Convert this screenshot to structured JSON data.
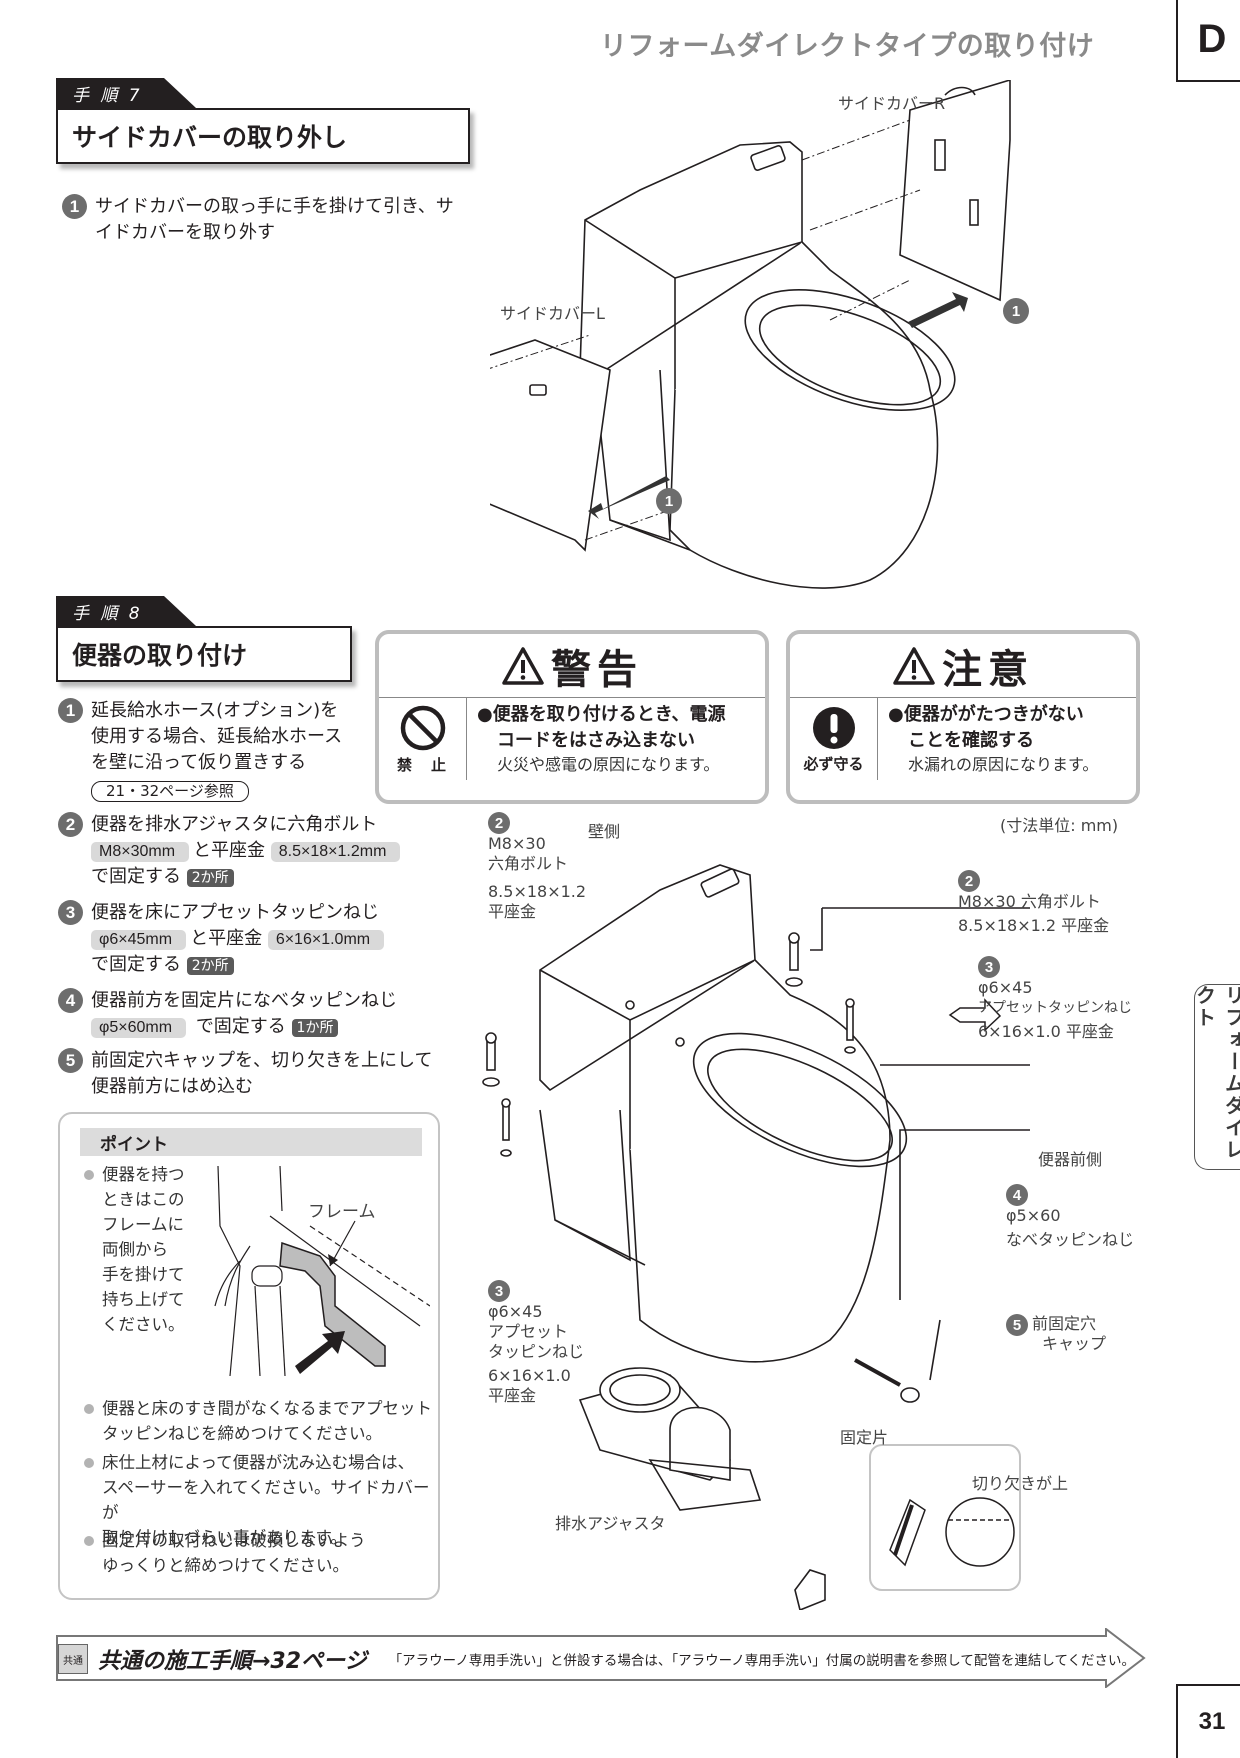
{
  "header": {
    "title": "リフォームダイレクトタイプの取り付け",
    "section_letter": "D"
  },
  "side_index": {
    "label": "リフォームダイレクト"
  },
  "page_number": "31",
  "step7": {
    "step_label": "手 順 7",
    "title": "サイドカバーの取り外し",
    "instructions": [
      {
        "num": "1",
        "text": "サイドカバーの取っ手に手を掛けて引き、サイドカバーを取り外す"
      }
    ],
    "diagram": {
      "label_cover_r": "サイドカバーR",
      "label_cover_l": "サイドカバーL",
      "arrow_num_right": "1",
      "arrow_num_left": "1"
    }
  },
  "step8": {
    "step_label": "手 順 8",
    "title": "便器の取り付け",
    "instructions": [
      {
        "num": "1",
        "text_lines": [
          "延長給水ホース(オプション)を",
          "使用する場合、延長給水ホース",
          "を壁に沿って仮り置きする"
        ],
        "ref": "21・32ページ参照"
      },
      {
        "num": "2",
        "text": "便器を排水アジャスタに六角ボルト",
        "spec1": "M8×30mm",
        "join": "と平座金",
        "spec2": "8.5×18×1.2mm",
        "tail": "で固定する",
        "count": "2か所"
      },
      {
        "num": "3",
        "text": "便器を床にアプセットタッピンねじ",
        "spec1": "φ6×45mm",
        "join": "と平座金",
        "spec2": "6×16×1.0mm",
        "tail": "で固定する",
        "count": "2か所"
      },
      {
        "num": "4",
        "text": "便器前方を固定片になべタッピンねじ",
        "spec1": "φ5×60mm",
        "tail": "で固定する",
        "count": "1か所"
      },
      {
        "num": "5",
        "text_lines": [
          "前固定穴キャップを、切り欠きを上にして",
          "便器前方にはめ込む"
        ]
      }
    ],
    "point": {
      "heading": "ポイント",
      "items": [
        {
          "lines": [
            "便器を持つ",
            "ときはこの",
            "フレームに",
            "両側から",
            "手を掛けて",
            "持ち上げて",
            "ください。"
          ]
        },
        {
          "lines": [
            "便器と床のすき間がなくなるまでアプセット",
            "タッピンねじを締めつけてください。"
          ]
        },
        {
          "lines": [
            "床仕上材によって便器が沈み込む場合は、",
            "スペーサーを入れてください。サイドカバーが",
            "取り付けしづらい事があります。"
          ]
        },
        {
          "lines": [
            "固定片の取付ねじは破損しないよう",
            "ゆっくりと締めつけてください。"
          ]
        }
      ],
      "frame_label": "フレーム"
    },
    "warning": {
      "heading": "警告",
      "icon_label": "禁　止",
      "main_lines": [
        "●便器を取り付けるとき、電源",
        "コードをはさみ込まない"
      ],
      "sub": "火災や感電の原因になります。"
    },
    "caution": {
      "heading": "注意",
      "icon_label": "必ず守る",
      "main_lines": [
        "●便器ががたつきがない",
        "ことを確認する"
      ],
      "sub": "水漏れの原因になります。"
    },
    "diagram": {
      "unit_note": "(寸法単位: mm)",
      "wall_side": "壁側",
      "front_side": "便器前側",
      "left_bolt": {
        "num": "2",
        "line1": "M8×30",
        "line2": "六角ボルト",
        "line3": "8.5×18×1.2",
        "line4": "平座金"
      },
      "right_bolt": {
        "num": "2",
        "line1": "M8×30 六角ボルト",
        "line2": "8.5×18×1.2 平座金"
      },
      "right_screw": {
        "num": "3",
        "line1": "φ6×45",
        "line2": "アプセットタッピンねじ",
        "line3": "6×16×1.0 平座金"
      },
      "left_screw": {
        "num": "3",
        "line1": "φ6×45",
        "line2": "アプセット",
        "line3": "タッピンねじ",
        "line4": "6×16×1.0",
        "line5": "平座金"
      },
      "front_screw": {
        "num": "4",
        "line1": "φ5×60",
        "line2": "なべタッピンねじ"
      },
      "cap": {
        "num": "5",
        "line1": "前固定穴",
        "line2": "キャップ"
      },
      "fixing_piece": "固定片",
      "drain_adjuster": "排水アジャスタ",
      "notch_up": "切り欠きが上"
    }
  },
  "footer": {
    "badge": "共通",
    "main": "共通の施工手順→32ページ",
    "note": "「アラウーノ専用手洗い」と併設する場合は、「アラウーノ専用手洗い」付属の説明書を参照して配管を連結してください。"
  },
  "colors": {
    "ink": "#231f20",
    "header_gray": "#8a8a8a",
    "number_circle": "#6d6d6d",
    "spec_pill": "#d9d9d9",
    "count_pill": "#5a5a5a",
    "warn_border": "#bdbdbd"
  }
}
